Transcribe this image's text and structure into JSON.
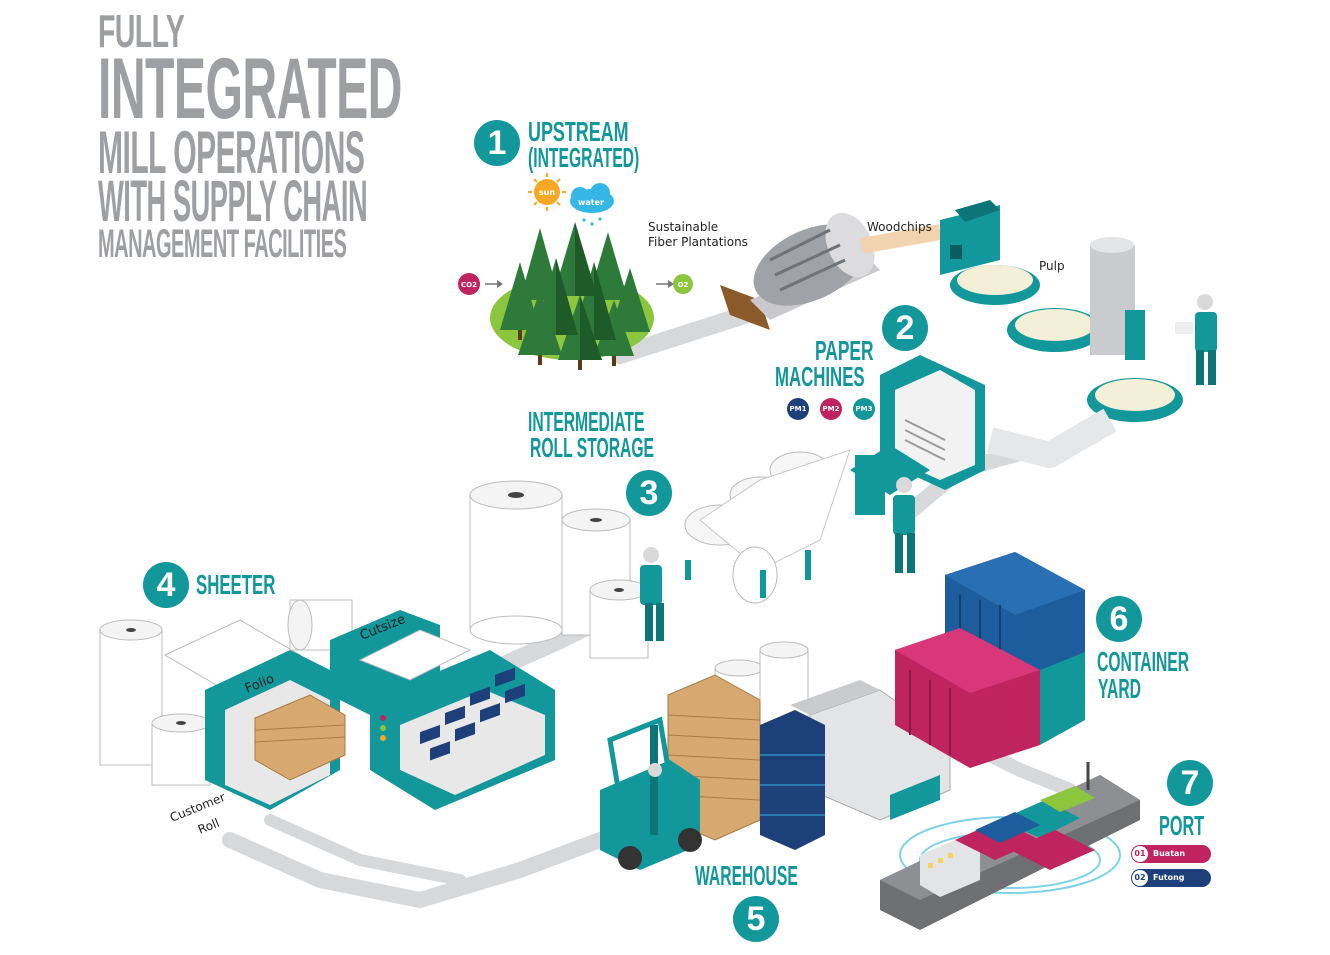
{
  "title": {
    "line1": "FULLY",
    "line2": "INTEGRATED",
    "line3": "MILL OPERATIONS",
    "line4": "WITH SUPPLY CHAIN",
    "line5": "MANAGEMENT FACILITIES"
  },
  "stages": [
    {
      "number": "1",
      "label_line1": "UPSTREAM",
      "label_line2": "(INTEGRATED)"
    },
    {
      "number": "2",
      "label_line1": "PAPER",
      "label_line2": "MACHINES"
    },
    {
      "number": "3",
      "label_line1": "INTERMEDIATE",
      "label_line2": "ROLL STORAGE"
    },
    {
      "number": "4",
      "label_line1": "SHEETER",
      "label_line2": ""
    },
    {
      "number": "5",
      "label_line1": "WAREHOUSE",
      "label_line2": ""
    },
    {
      "number": "6",
      "label_line1": "CONTAINER",
      "label_line2": "YARD"
    },
    {
      "number": "7",
      "label_line1": "PORT",
      "label_line2": ""
    }
  ],
  "upstream": {
    "sun": "sun",
    "water": "water",
    "co2": "CO2",
    "o2": "O2",
    "plantations_line1": "Sustainable",
    "plantations_line2": "Fiber Plantations",
    "woodchips": "Woodchips",
    "pulp": "Pulp"
  },
  "paper_machines": [
    "PM1",
    "PM2",
    "PM3"
  ],
  "sheeter": {
    "folio": "Folio",
    "cutsize": "Cutsize",
    "customer_roll_line1": "Customer",
    "customer_roll_line2": "Roll"
  },
  "port": {
    "items": [
      {
        "num": "01",
        "name": "Buatan"
      },
      {
        "num": "02",
        "name": "Futong"
      }
    ]
  },
  "colors": {
    "teal": "#12979b",
    "teal_dark": "#0d7478",
    "title_gray": "#9e9fa3",
    "navy": "#1d3f7a",
    "magenta": "#c0245e",
    "forest": "#2d7a3a",
    "belt": "#d4d5d7"
  }
}
